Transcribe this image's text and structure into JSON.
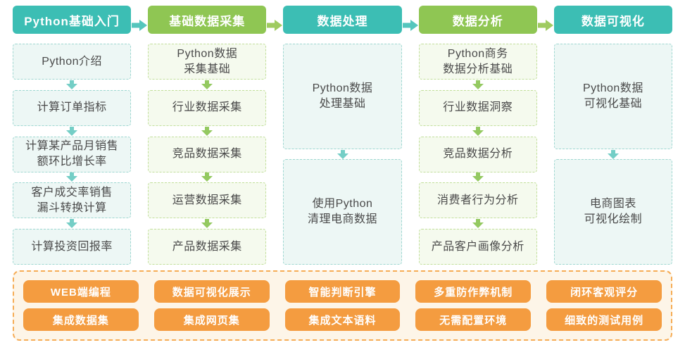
{
  "colors": {
    "teal": "#3cbeb4",
    "green": "#8fc653",
    "teal_box_bg": "#edf7f5",
    "teal_box_border": "#9ed7d1",
    "green_box_bg": "#f5faee",
    "green_box_border": "#c2df9b",
    "orange_tag": "#f49c40",
    "panel_bg": "#fdf5e8",
    "panel_border": "#f6ac55",
    "box_text": "#4a4a4a"
  },
  "columns": [
    {
      "header": "Python基础入门",
      "theme": "teal",
      "boxes": [
        "Python介绍",
        "计算订单指标",
        "计算某产品月销售\n额环比增长率",
        "客户成交率销售\n漏斗转换计算",
        "计算投资回报率"
      ],
      "tags": [
        "WEB端编程",
        "集成数据集"
      ]
    },
    {
      "header": "基础数据采集",
      "theme": "green",
      "boxes": [
        "Python数据\n采集基础",
        "行业数据采集",
        "竞品数据采集",
        "运营数据采集",
        "产品数据采集"
      ],
      "tags": [
        "数据可视化展示",
        "集成网页集"
      ]
    },
    {
      "header": "数据处理",
      "theme": "teal",
      "boxes": [
        "Python数据\n处理基础",
        "使用Python\n清理电商数据"
      ],
      "tags": [
        "智能判断引擎",
        "集成文本语料"
      ]
    },
    {
      "header": "数据分析",
      "theme": "green",
      "boxes": [
        "Python商务\n数据分析基础",
        "行业数据洞察",
        "竞品数据分析",
        "消费者行为分析",
        "产品客户画像分析"
      ],
      "tags": [
        "多重防作弊机制",
        "无需配置环境"
      ]
    },
    {
      "header": "数据可视化",
      "theme": "teal",
      "boxes": [
        "Python数据\n可视化基础",
        "电商图表\n可视化绘制"
      ],
      "tags": [
        "闭环客观评分",
        "细致的测试用例"
      ]
    }
  ]
}
